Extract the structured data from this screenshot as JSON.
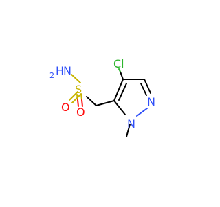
{
  "molecule": {
    "atoms": {
      "cl": {
        "label": "Cl",
        "color": "#2db52d"
      },
      "nh2": {
        "label": "H",
        "prefix": "N",
        "sub": "2",
        "color": "#3050f8"
      },
      "s": {
        "label": "S",
        "color": "#c8b400"
      },
      "o1": {
        "label": "O",
        "color": "#ff0d0d"
      },
      "o2": {
        "label": "O",
        "color": "#ff0d0d"
      },
      "n_ring": {
        "label": "N",
        "color": "#3050f8"
      },
      "n_methyl": {
        "label": "N",
        "color": "#3050f8"
      }
    },
    "bond_color": "#000000"
  }
}
